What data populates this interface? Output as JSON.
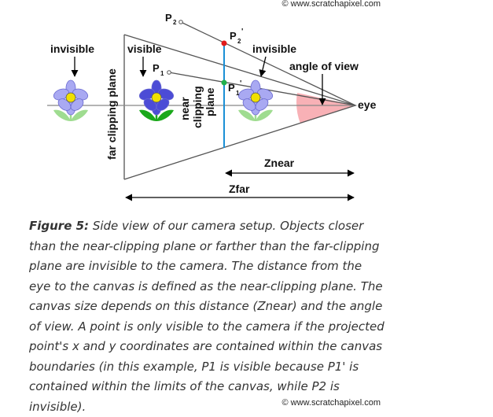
{
  "copyright": "© www.scratchapixel.com",
  "diagram": {
    "labels": {
      "invisible_left": "invisible",
      "visible": "visible",
      "invisible_right": "invisible",
      "angle_of_view": "angle of view",
      "eye": "eye",
      "far_plane": "far clipping plane",
      "near_plane_lines": [
        "near",
        "clipping",
        "plane"
      ],
      "znear": "Znear",
      "zfar": "Zfar",
      "p2": "P",
      "p2_sub": "2",
      "p2_proj": "P",
      "p2_proj_sub": "2",
      "p2_proj_prime": "'",
      "p1": "P",
      "p1_sub": "1",
      "p1_proj": "P",
      "p1_proj_sub": "1",
      "p1_proj_prime": "'"
    },
    "colors": {
      "frustum": "#555555",
      "canvas_line": "#1a8fd6",
      "angle_wedge": "#f7a9ae",
      "point_red": "#e01b1b",
      "point_green": "#22b14c",
      "flower_light_petal": "#a9a9f2",
      "flower_dark_petal": "#4c4cd6",
      "flower_center": "#f0e000",
      "leaf_light": "#9fdc90",
      "leaf_dark": "#1aa81a"
    }
  },
  "caption": {
    "label": "Figure 5:",
    "text": "Side view of our camera setup. Objects closer than the near-clipping plane or farther than the far-clipping plane are invisible to the camera. The distance from the eye to the canvas is defined as the near-clipping plane. The canvas size depends on this distance (Znear) and the angle of view. A point is only visible to the camera if the projected point's x and y coordinates are contained within the canvas boundaries (in this example, P1 is visible because P1' is contained within the limits of the canvas, while P2 is invisible)."
  }
}
